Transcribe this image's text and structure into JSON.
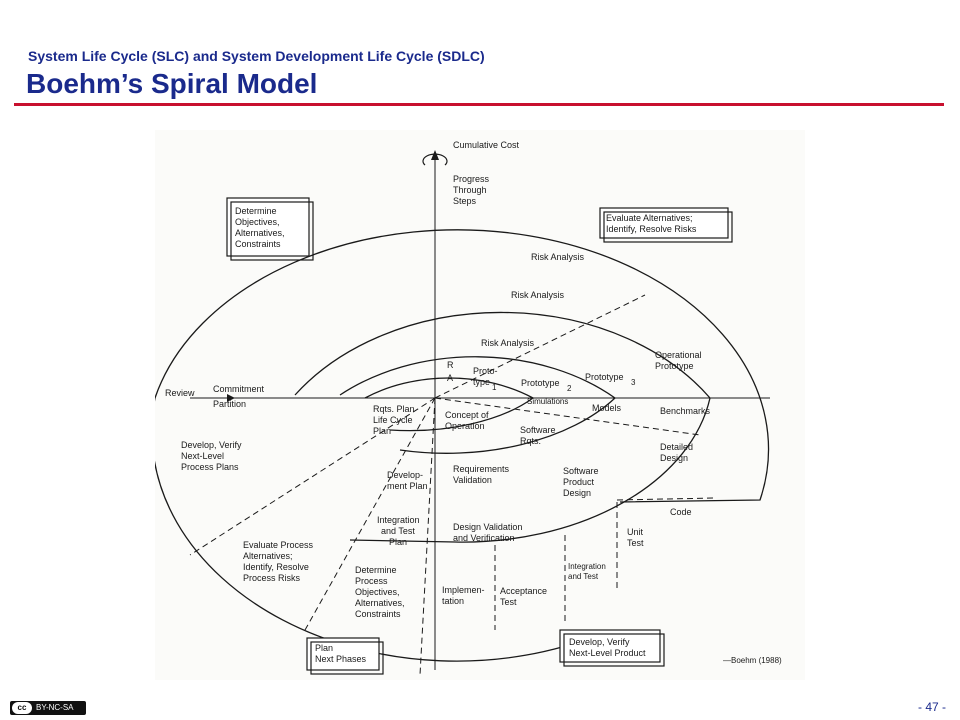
{
  "header": {
    "subtitle": "System Life Cycle (SLC) and System Development Life Cycle (SDLC)",
    "title": "Boehm’s Spiral Model"
  },
  "diagram": {
    "axis": {
      "cumulative_cost": "Cumulative Cost",
      "progress_1": "Progress",
      "progress_2": "Through",
      "progress_3": "Steps",
      "review": "Review",
      "commitment": "Commitment",
      "partition": "Partition"
    },
    "quadrant_boxes": {
      "top_left": [
        "Determine",
        "Objectives,",
        "Alternatives,",
        "Constraints"
      ],
      "top_right": [
        "Evaluate Alternatives;",
        "Identify, Resolve Risks"
      ],
      "bottom_left": [
        "Plan",
        "Next Phases"
      ],
      "bottom_right": [
        "Develop, Verify",
        "Next-Level Product"
      ]
    },
    "risk_analysis": [
      "Risk Analysis",
      "Risk Analysis",
      "Risk Analysis",
      "R",
      "A"
    ],
    "prototypes": {
      "p1": "Proto-",
      "p1b": "type",
      "p1_sub": "1",
      "p2": "Prototype",
      "p2_sub": "2",
      "p3": "Prototype",
      "p3_sub": "3",
      "op1": "Operational",
      "op2": "Prototype"
    },
    "row_labels": {
      "simulations": "Simulations",
      "models": "Models",
      "benchmarks": "Benchmarks"
    },
    "inner": {
      "rqts_plan": [
        "Rqts. Plan",
        "Life Cycle",
        "Plan"
      ],
      "concept": [
        "Concept of",
        "Operation"
      ],
      "software_rqts": [
        "Software",
        "Rqts."
      ],
      "dev_plan": [
        "Develop-",
        "ment Plan"
      ],
      "req_validation": [
        "Requirements",
        "Validation"
      ],
      "sw_product_design": [
        "Software",
        "Product",
        "Design"
      ],
      "detailed_design": [
        "Detailed",
        "Design"
      ],
      "integration_plan": [
        "Integration",
        "and Test",
        "Plan"
      ],
      "design_validation": [
        "Design Validation",
        "and Verification"
      ],
      "code": "Code",
      "unit_test": [
        "Unit",
        "Test"
      ],
      "integration_test": [
        "Integration",
        "and Test"
      ],
      "implementation": [
        "Implemen-",
        "tation"
      ],
      "acceptance": [
        "Acceptance",
        "Test"
      ]
    },
    "left_side": {
      "develop_verify": [
        "Develop, Verify",
        "Next-Level",
        "Process Plans"
      ],
      "evaluate_process": [
        "Evaluate Process",
        "Alternatives;",
        "Identify, Resolve",
        "Process Risks"
      ],
      "determine_process": [
        "Determine",
        "Process",
        "Objectives,",
        "Alternatives,",
        "Constraints"
      ]
    },
    "credit": "—Boehm (1988)"
  },
  "footer": {
    "cc_c": "cc",
    "cc_text": "BY-NC-SA",
    "page": "- 47 -"
  }
}
